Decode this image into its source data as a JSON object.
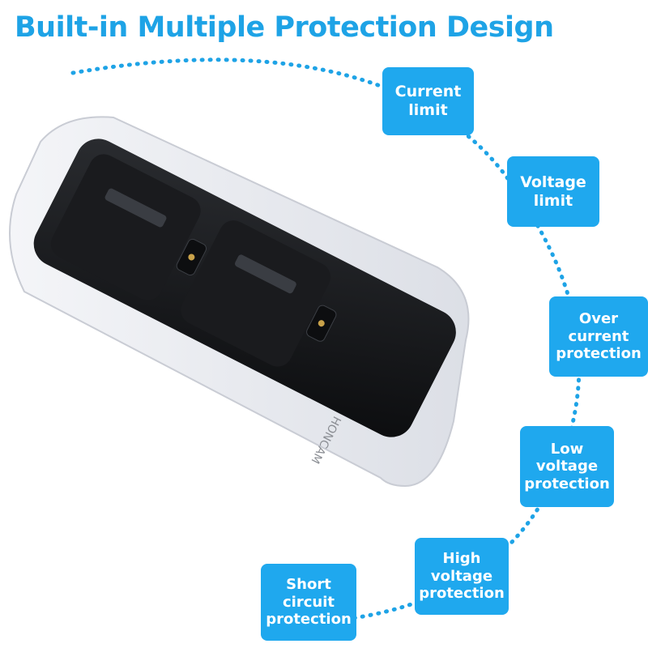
{
  "title": "Built-in Multiple Protection Design",
  "brand_text": "HONCAM",
  "colors": {
    "accent": "#1ea3e6",
    "tag_fill": "#1fa8ee",
    "arc": "#1ea3e6",
    "tag_text": "#ffffff"
  },
  "features": [
    {
      "lines": [
        "Current",
        "limit"
      ]
    },
    {
      "lines": [
        "Voltage",
        "limit"
      ]
    },
    {
      "lines": [
        "Over",
        "current",
        "protection"
      ]
    },
    {
      "lines": [
        "Low",
        "voltage",
        "protection"
      ]
    },
    {
      "lines": [
        "High",
        "voltage",
        "protection"
      ]
    },
    {
      "lines": [
        "Short",
        "circuit",
        "protection"
      ]
    }
  ]
}
